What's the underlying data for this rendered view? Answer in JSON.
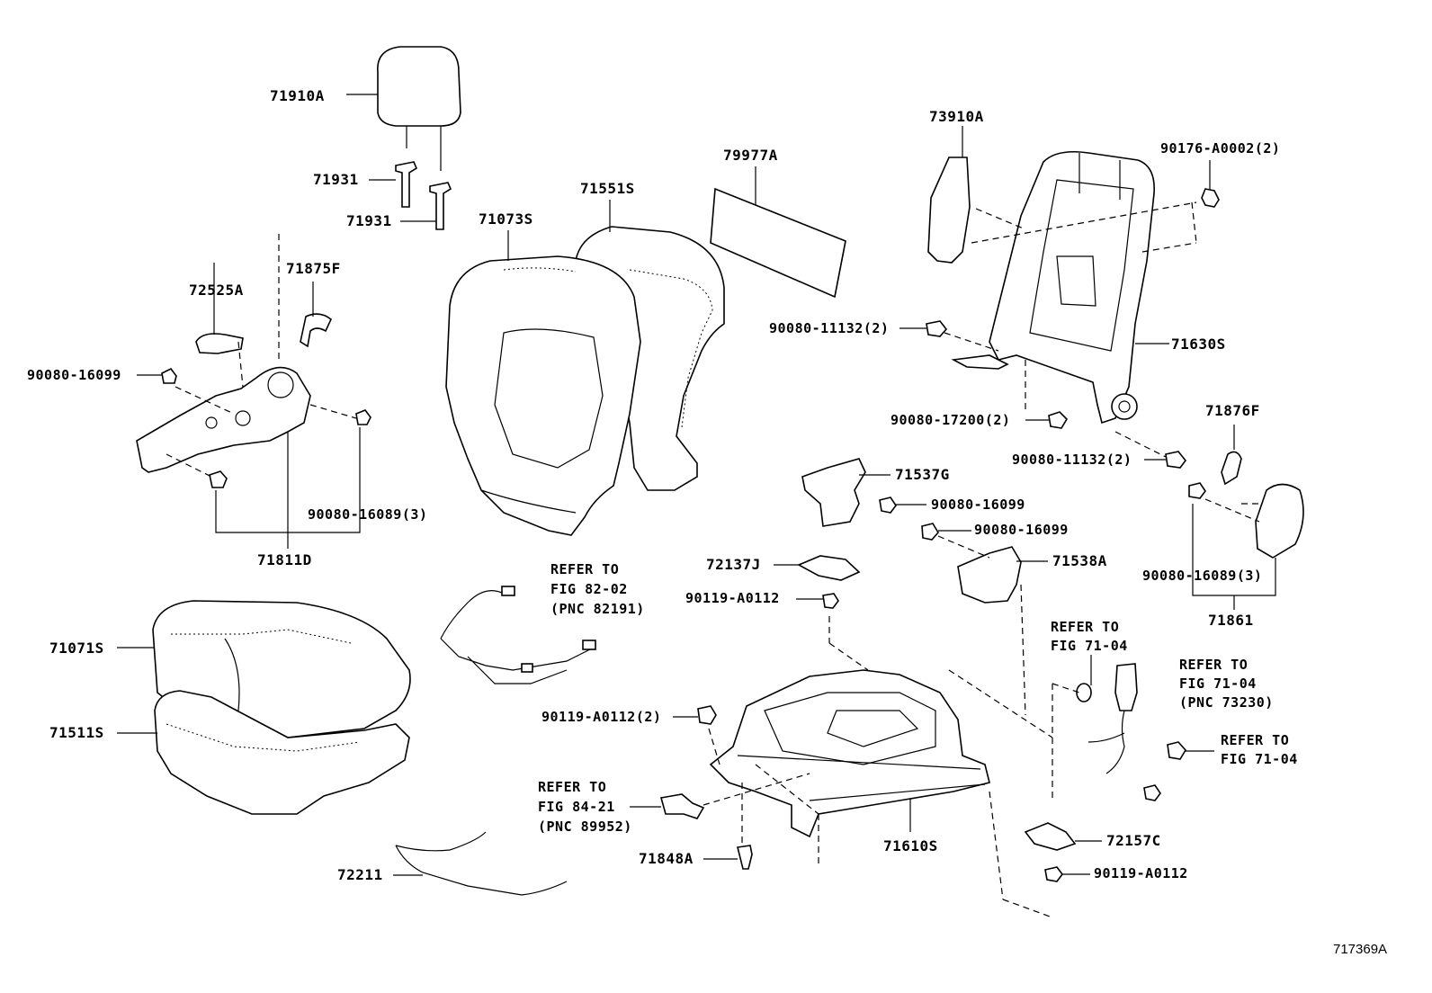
{
  "figure_id": "717369A",
  "labels": {
    "headrest": "71910A",
    "support_1": "71931",
    "support_2": "71931",
    "lever_knob": "72525A",
    "cover_71875F": "71875F",
    "screw_left": "90080-16099",
    "screw_left_3": "90080-16089(3)",
    "shield_inner": "71811D",
    "back_cover": "71073S",
    "back_pad": "71551S",
    "board": "79977A",
    "airbag": "73910A",
    "nut_top": "90176-A0002(2)",
    "bolt_frame_1": "90080-11132(2)",
    "frame_back": "71630S",
    "bolt_17200": "90080-17200(2)",
    "bolt_frame_2": "90080-11132(2)",
    "cover_71876F": "71876F",
    "bracket_71537G": "71537G",
    "screw_mid_1": "90080-16099",
    "screw_mid_2": "90080-16099",
    "bracket_71538A": "71538A",
    "screw_right_3": "90080-16089(3)",
    "shield_outer": "71861",
    "clip_72137J": "72137J",
    "bolt_a0112_1": "90119-A0112",
    "bolt_a0112_2": "90119-A0112(2)",
    "cushion_cover": "71071S",
    "cushion_pad": "71511S",
    "wire_72211": "72211",
    "clip_71848A": "71848A",
    "adjuster": "71610S",
    "cover_72157C": "72157C",
    "bolt_a0112_3": "90119-A0112"
  },
  "refs": {
    "harness_82": [
      "REFER TO",
      "FIG 82-02",
      "(PNC 82191)"
    ],
    "connector_84": [
      "REFER TO",
      "FIG 84-21",
      "(PNC 89952)"
    ],
    "washer_71": [
      "REFER TO",
      "FIG 71-04"
    ],
    "buckle_71": [
      "REFER TO",
      "FIG 71-04",
      "(PNC 73230)"
    ],
    "nut_71": [
      "REFER TO",
      "FIG 71-04"
    ]
  }
}
